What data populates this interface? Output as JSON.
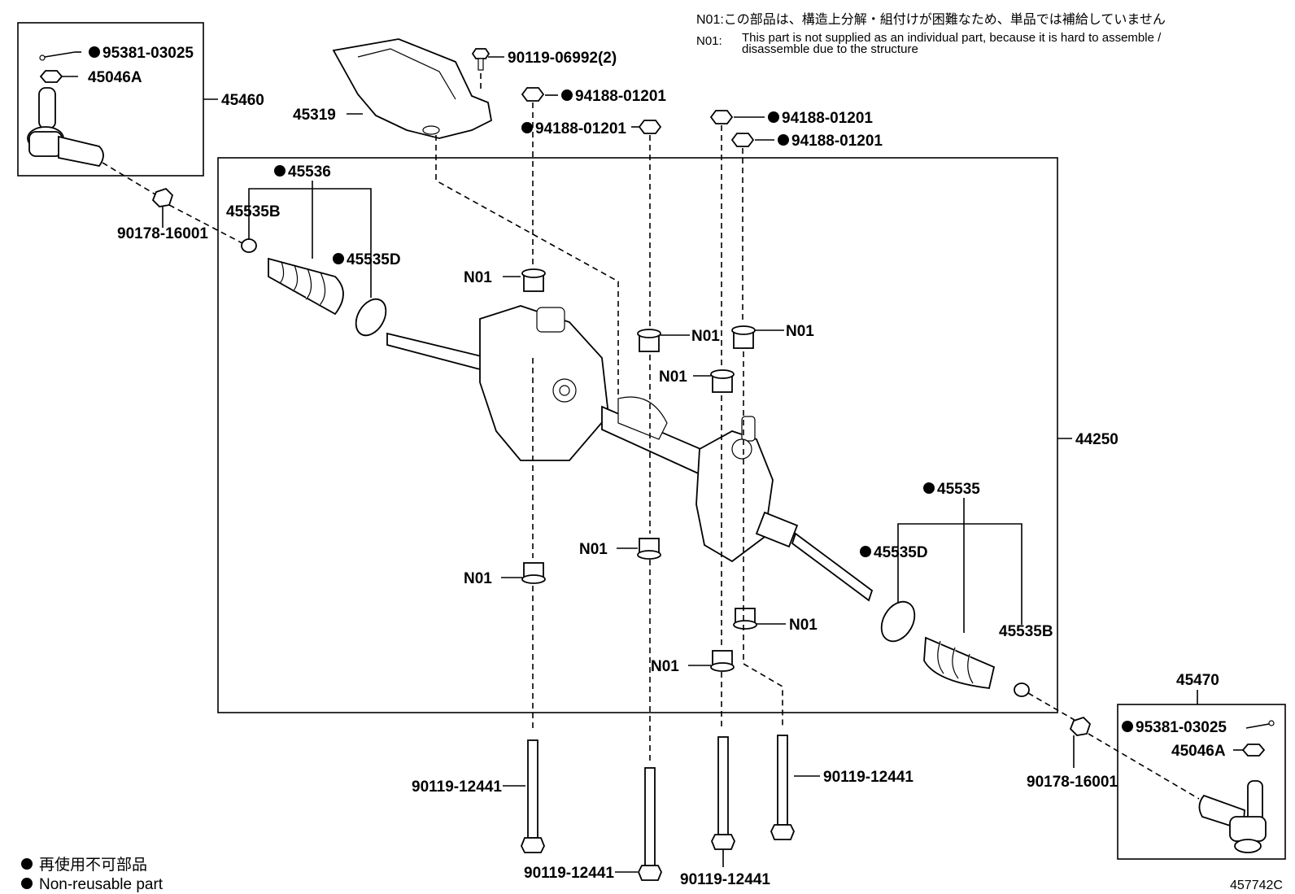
{
  "notes": {
    "jp": "N01:この部品は、構造上分解・組付けが困難なため、単品では補給していません",
    "en_code": "N01:",
    "en_line1": "This part is not supplied as an individual part, because it is hard to assemble /",
    "en_line2": "disassemble due to the structure"
  },
  "labels": {
    "p95381_left": "95381-03025",
    "p45046a_left": "45046A",
    "p45460": "45460",
    "p90178_left": "90178-16001",
    "p45319": "45319",
    "p90119_06992": "90119-06992(2)",
    "p94188_a": "94188-01201",
    "p94188_b": "94188-01201",
    "p94188_c": "94188-01201",
    "p94188_d": "94188-01201",
    "p45536": "45536",
    "p45535b_left": "45535B",
    "p45535d_left": "45535D",
    "n01_1": "N01",
    "n01_2": "N01",
    "n01_3": "N01",
    "n01_4": "N01",
    "n01_5": "N01",
    "n01_6": "N01",
    "n01_7": "N01",
    "n01_8": "N01",
    "p44250": "44250",
    "p45535": "45535",
    "p45535d_right": "45535D",
    "p45535b_right": "45535B",
    "p45470": "45470",
    "p95381_right": "95381-03025",
    "p45046a_right": "45046A",
    "p90178_right": "90178-16001",
    "bolt_1": "90119-12441",
    "bolt_2": "90119-12441",
    "bolt_3": "90119-12441",
    "bolt_4": "90119-12441"
  },
  "legend": {
    "jp": "再使用不可部品",
    "en": "Non-reusable part"
  },
  "diagram_id": "457742C"
}
